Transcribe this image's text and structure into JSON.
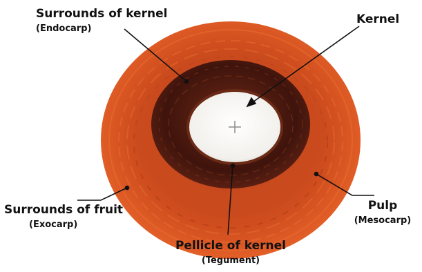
{
  "labels": {
    "surrounds_kernel": {
      "title": "Surrounds of kernel",
      "subtitle": "(Endocarp)"
    },
    "kernel": {
      "title": "Kernel"
    },
    "surrounds_fruit": {
      "title": "Surrounds of fruit",
      "subtitle": "(Exocarp)"
    },
    "pulp": {
      "title": "Pulp",
      "subtitle": "(Mesocarp)"
    },
    "pellicle": {
      "title": "Pellicle of kernel",
      "subtitle": "(Tegument)"
    }
  },
  "colors": {
    "exocarp": "#e0561e",
    "mesocarp": "#c2451d",
    "endocarp": "#4e1a10",
    "tegument": "#6b2a16",
    "kernel": "#f5f4f1"
  }
}
